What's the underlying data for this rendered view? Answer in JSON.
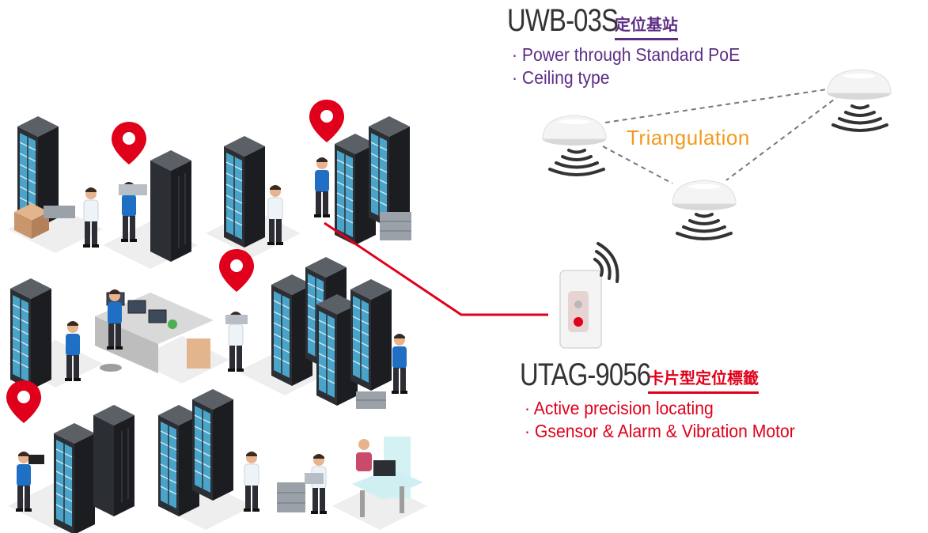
{
  "anchor": {
    "model": "UWB-03S",
    "label": "定位基站",
    "features": [
      "· Power through Standard PoE",
      "· Ceiling type"
    ]
  },
  "tag": {
    "model": "UTAG-9056",
    "label": "卡片型定位標籤",
    "features": [
      "· Active precision locating",
      "· Gsensor & Alarm & Vibration Motor"
    ]
  },
  "triangulation_label": "Triangulation",
  "colors": {
    "anchor_accent": "#5b2d86",
    "tag_accent": "#e0001b",
    "triangulation": "#f29a1e",
    "pin": "#e0001b"
  },
  "icons": [
    "server-rack-icon",
    "worker-icon",
    "location-pin-icon",
    "ceiling-anchor-icon",
    "wireless-signal-icon",
    "uwb-tag-icon",
    "office-desk-icon"
  ]
}
